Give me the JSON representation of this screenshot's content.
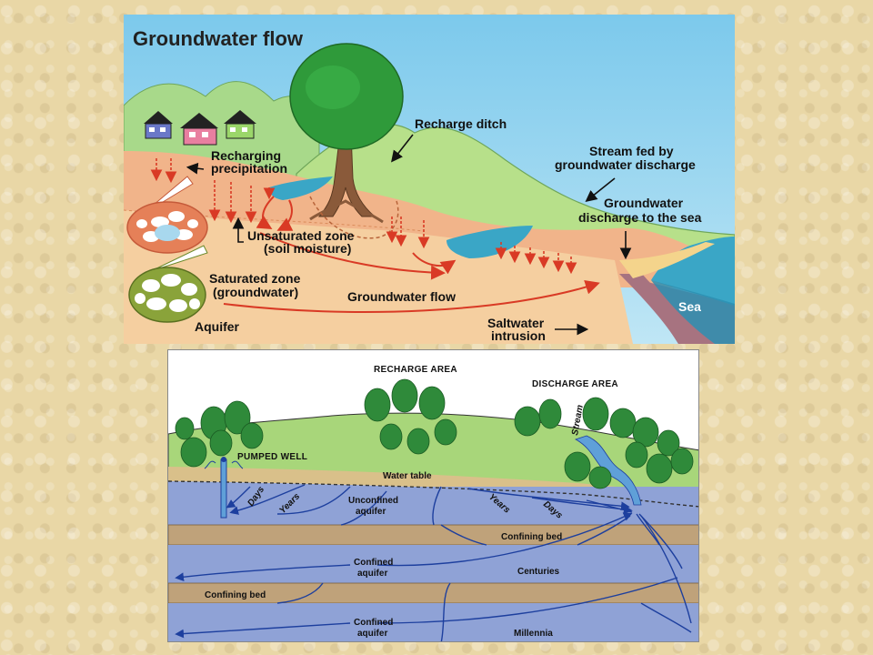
{
  "top": {
    "title": "Groundwater flow",
    "labels": {
      "recharge_ditch": "Recharge ditch",
      "recharging_1": "Recharging",
      "recharging_2": "precipitation",
      "stream_fed_1": "Stream fed by",
      "stream_fed_2": "groundwater discharge",
      "gw_discharge_1": "Groundwater",
      "gw_discharge_2": "discharge to the sea",
      "unsat_1": "Unsaturated zone",
      "unsat_2": "(soil moisture)",
      "sat_1": "Saturated zone",
      "sat_2": "(groundwater)",
      "gw_flow": "Groundwater flow",
      "aquifer": "Aquifer",
      "saltwater_1": "Saltwater",
      "saltwater_2": "intrusion",
      "sea": "Sea"
    },
    "colors": {
      "sky": "#8fd4ef",
      "hills": "#b7e08a",
      "soil": "#f3c796",
      "arrows": "#d93a25",
      "water": "#3aa6c6",
      "sea_floor": "#a77380"
    }
  },
  "bottom": {
    "labels": {
      "recharge_area": "RECHARGE AREA",
      "discharge_area": "DISCHARGE AREA",
      "pumped_well": "PUMPED WELL",
      "stream": "Stream",
      "water_table": "Water table",
      "days_left": "Days",
      "years_left": "Years",
      "unconfined_1": "Unconfined",
      "unconfined_2": "aquifer",
      "years_right": "Years",
      "days_right": "Days",
      "confining_bed_right": "Confining bed",
      "confined_1a": "Confined",
      "confined_1b": "aquifer",
      "centuries": "Centuries",
      "confining_bed_left": "Confining bed",
      "confined_2a": "Confined",
      "confined_2b": "aquifer",
      "millennia": "Millennia"
    },
    "colors": {
      "grass": "#a8d67a",
      "aquifer": "#8fa2d6",
      "confining": "#bfa27a",
      "flowlines": "#1d3f9e",
      "trees": "#2f8a3a"
    }
  }
}
